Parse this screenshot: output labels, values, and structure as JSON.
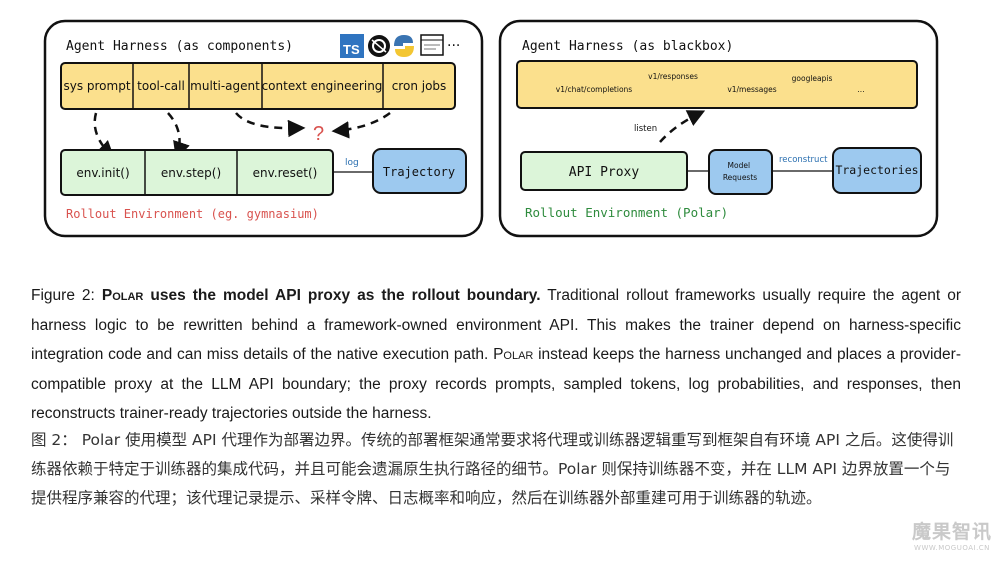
{
  "left": {
    "title": "Agent Harness (as components)",
    "components": [
      "sys prompt",
      "tool-call",
      "multi-agent",
      "context engineering",
      "cron jobs"
    ],
    "env_calls": [
      "env.init()",
      "env.step()",
      "env.reset()"
    ],
    "question": "?",
    "log_label": "log",
    "trajectory": "Trajectory",
    "env_label": "Rollout Environment (eg. gymnasium)",
    "icons": {
      "ts": "TS",
      "more": "···"
    }
  },
  "right": {
    "title": "Agent Harness (as blackbox)",
    "endpoints": [
      "v1/chat/completions",
      "v1/responses",
      "v1/messages",
      "googleapis",
      "..."
    ],
    "listen_label": "listen",
    "proxy": "API Proxy",
    "model_requests": "Model Requests",
    "reconstruct_label": "reconstruct",
    "trajectories": "Trajectories",
    "env_label": "Rollout Environment (Polar)"
  },
  "caption": {
    "prefix": "Figure 2: ",
    "sc_polar": "Polar",
    "bold_rest": " uses the model API proxy as the rollout boundary.",
    "text1": " Traditional rollout frameworks usually require the agent or harness logic to be rewritten behind a framework-owned environment API. This makes the trainer depend on harness-specific integration code and can miss details of the native execution path. ",
    "sc_polar2": "Polar",
    "text2": " instead keeps the harness unchanged and places a provider-compatible proxy at the LLM API boundary; the proxy records prompts, sampled tokens, log probabilities, and responses, then reconstructs trainer-ready trajectories outside the harness."
  },
  "caption_zh": "图 2： Polar 使用模型 API 代理作为部署边界。传统的部署框架通常要求将代理或训练器逻辑重写到框架自有环境 API 之后。这使得训练器依赖于特定于训练器的集成代码，并且可能会遗漏原生执行路径的细节。Polar 则保持训练器不变，并在 LLM API 边界放置一个与提供程序兼容的代理；该代理记录提示、采样令牌、日志概率和响应，然后在训练器外部重建可用于训练器的轨迹。",
  "watermark": {
    "main": "魔果智讯",
    "sub": "WWW.MOGUOAI.CN"
  },
  "colors": {
    "yellow": "#fbe08d",
    "green": "#dcf5d9",
    "blue": "#9dc9ef",
    "red_text": "#d9534f",
    "green_text": "#2e8b3d",
    "blue_text": "#2a6fb0"
  }
}
